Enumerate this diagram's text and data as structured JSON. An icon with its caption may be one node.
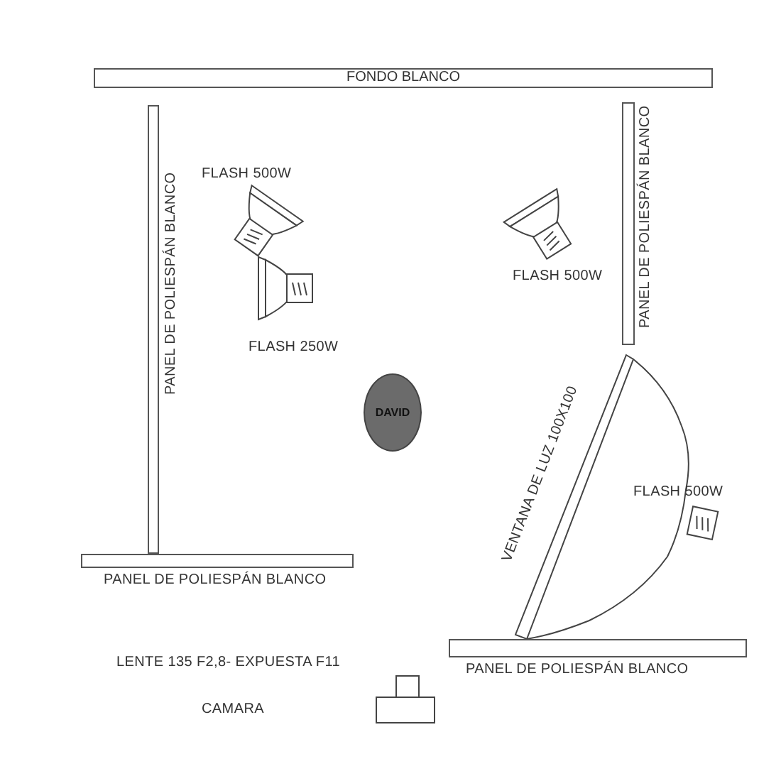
{
  "diagram": {
    "nodes": [
      {
        "text": [
          "FONDO BLANCO"
        ]
      },
      {
        "text": [
          "PANEL DE POLIESPÁN BLANCO"
        ]
      },
      {
        "text": [
          "PANEL DE POLIESPÁN BLANCO"
        ]
      },
      {
        "text": [
          "DAVID"
        ]
      },
      {
        "text": [
          "VENTANA DE LUZ 100X100"
        ]
      },
      {
        "text": [
          "PANEL DE POLIESPÁN BLANCO"
        ]
      },
      {
        "text": [
          "PANEL DE POLIESPÁN BLANCO"
        ]
      }
    ],
    "labels": [
      "FLASH 500W",
      "FLASH 500W",
      "FLASH 250W",
      "FLASH 500W",
      "LENTE 135 F2,8- EXPUESTA F11",
      "CAMARA"
    ]
  }
}
